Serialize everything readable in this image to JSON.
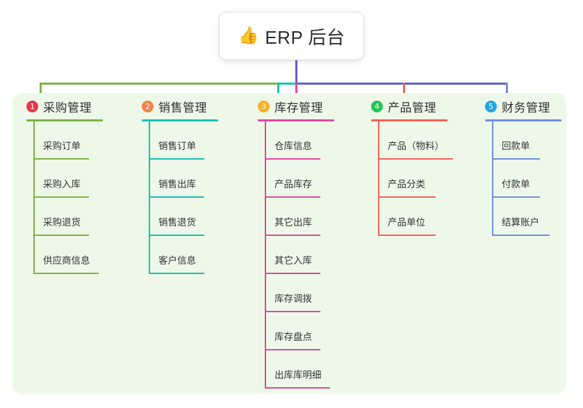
{
  "diagram": {
    "type": "mind-map",
    "root": {
      "icon": "thumbs-up-icon",
      "emoji": "👍",
      "label": "ERP 后台"
    },
    "panel_color": "#eef8e9",
    "trunk_color": "#5b5fd6",
    "branches": [
      {
        "number": "1",
        "badge_color": "#e8384f",
        "line_color": "#7cb342",
        "title": "采购管理",
        "items": [
          "采购订单",
          "采购入库",
          "采购退货",
          "供应商信息"
        ]
      },
      {
        "number": "2",
        "badge_color": "#f5834a",
        "line_color": "#14c2b0",
        "title": "销售管理",
        "items": [
          "销售订单",
          "销售出库",
          "销售退货",
          "客户信息"
        ]
      },
      {
        "number": "3",
        "badge_color": "#f8b024",
        "line_color": "#e0479e",
        "title": "库存管理",
        "items": [
          "仓库信息",
          "产品库存",
          "其它出库",
          "其它入库",
          "库存调拨",
          "库存盘点",
          "出库库明细"
        ]
      },
      {
        "number": "4",
        "badge_color": "#28c356",
        "line_color": "#f4605b",
        "title": "产品管理",
        "items": [
          "产品（物料）",
          "产品分类",
          "产品单位"
        ]
      },
      {
        "number": "5",
        "badge_color": "#22a5e0",
        "line_color": "#6f8ee0",
        "title": "财务管理",
        "items": [
          "回款单",
          "付款单",
          "结算账户"
        ]
      }
    ]
  }
}
